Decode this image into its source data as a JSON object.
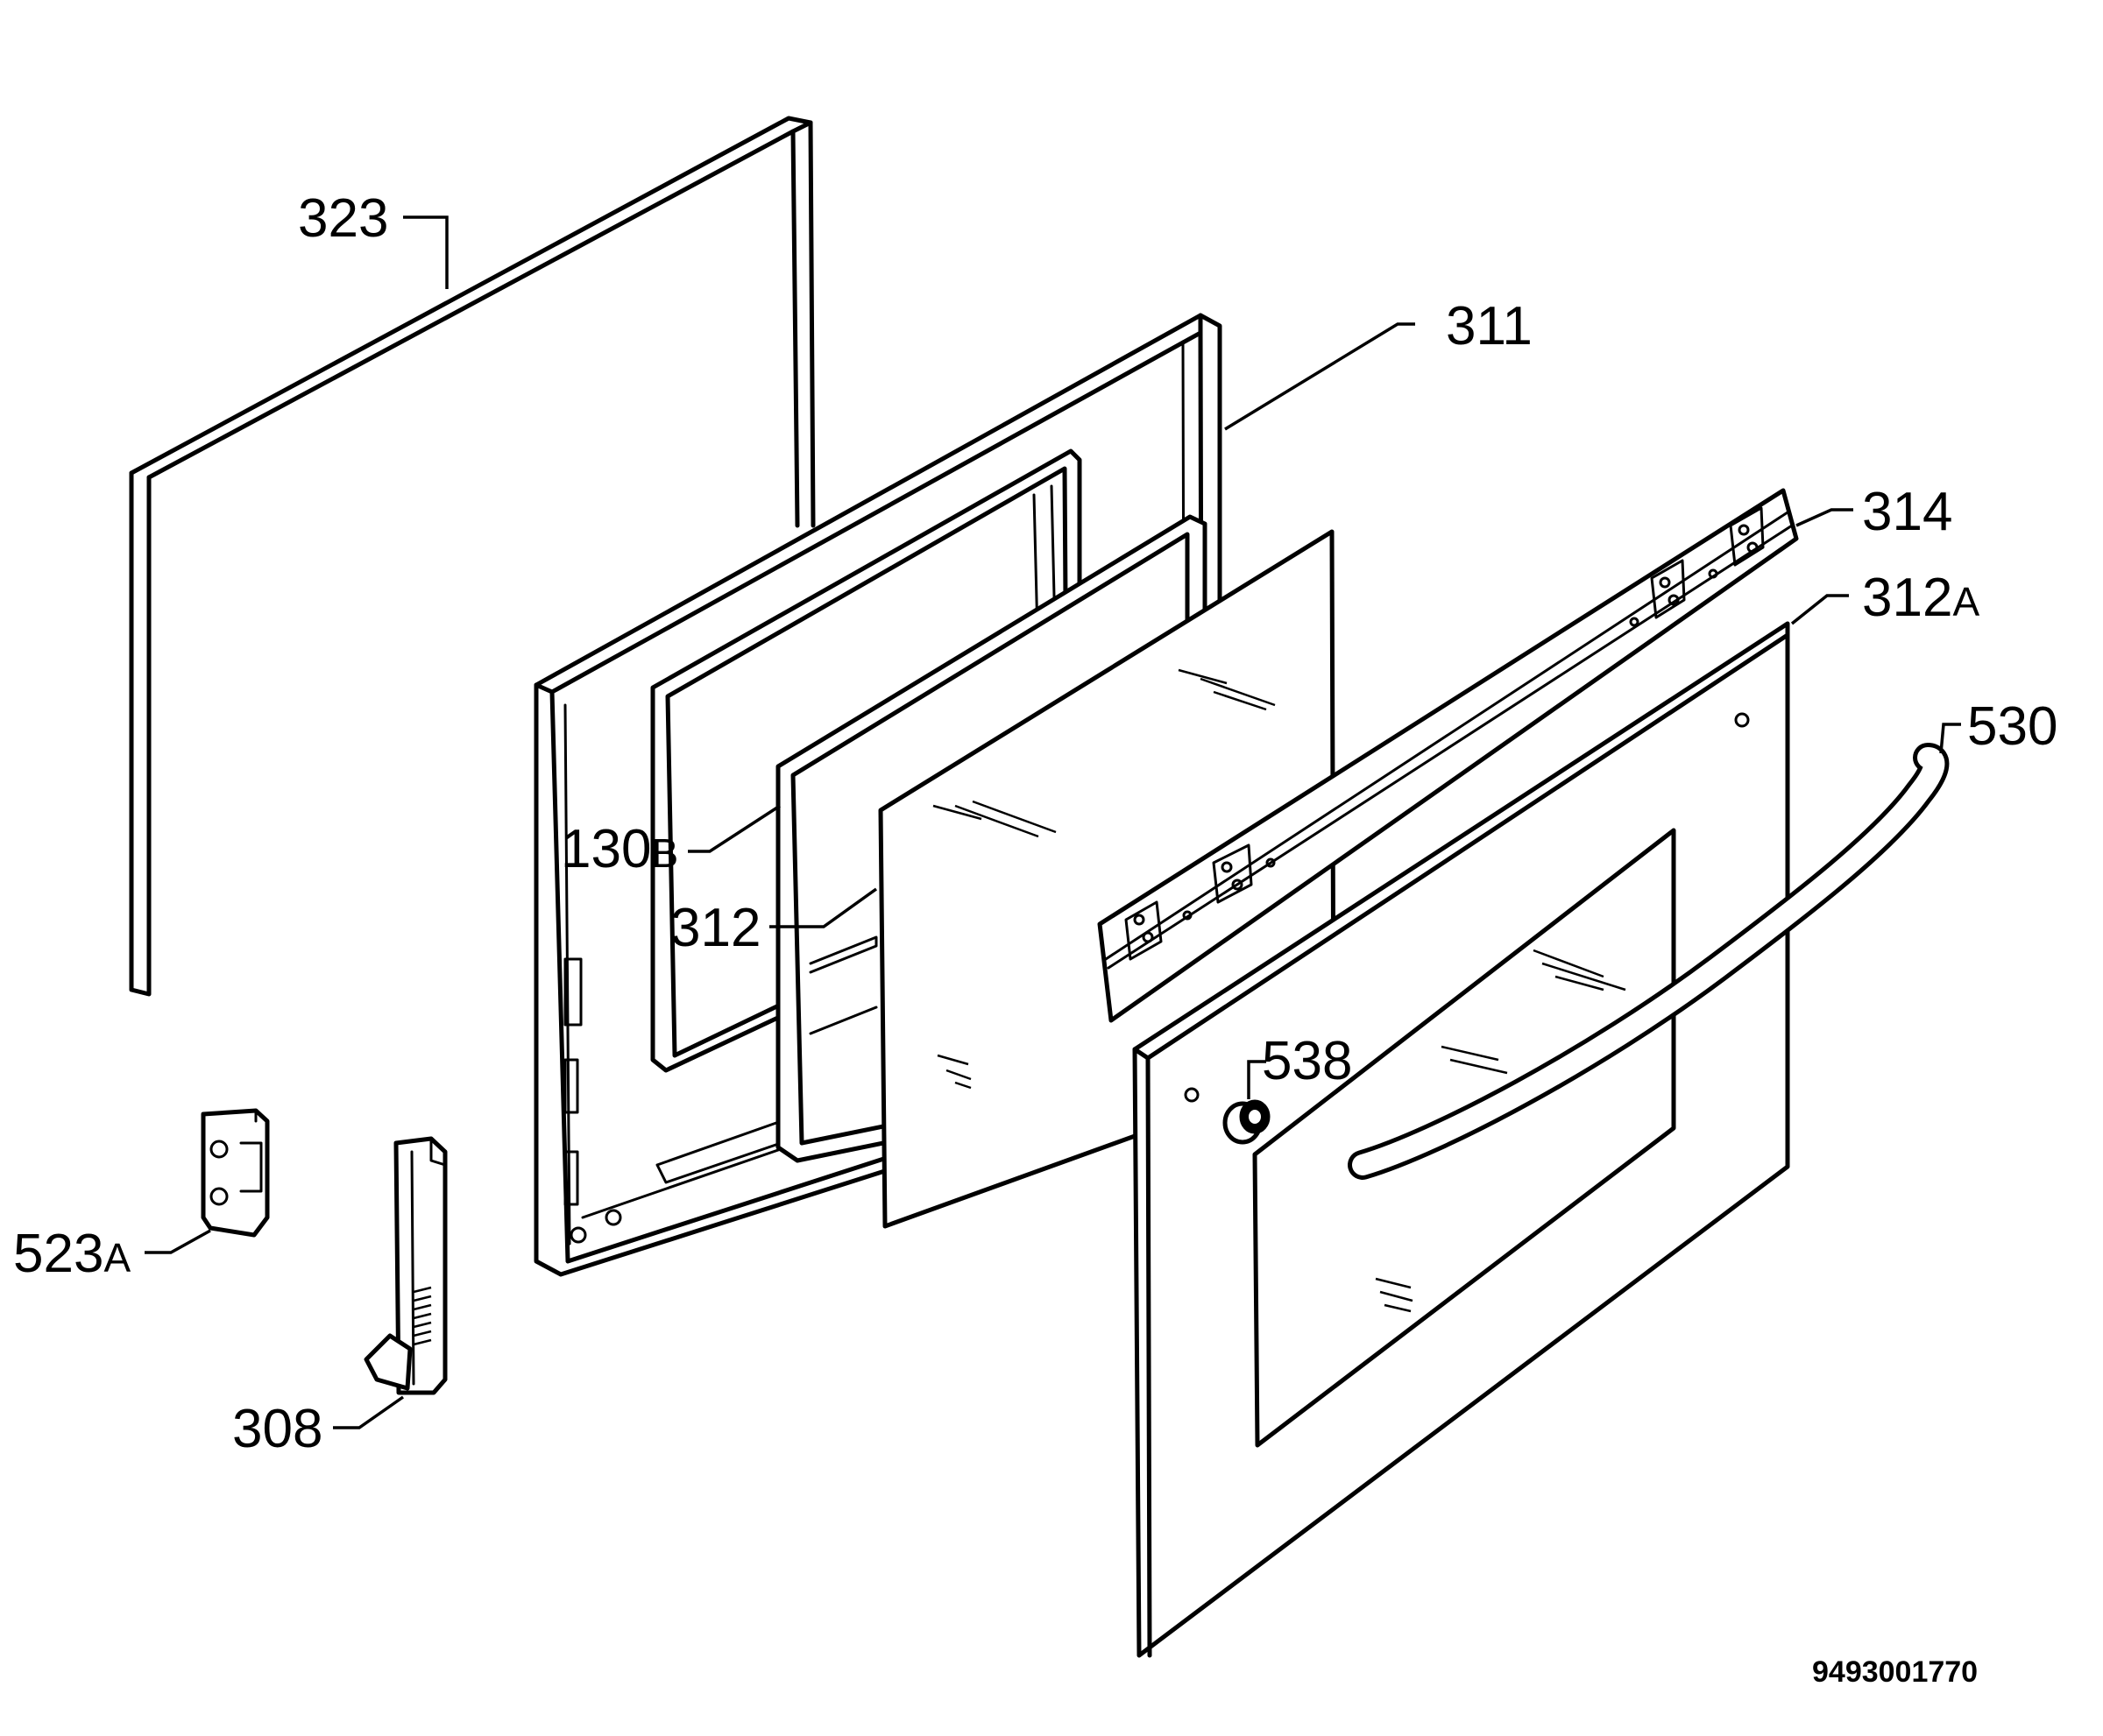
{
  "diagram": {
    "callouts": {
      "p323": "323",
      "p311": "311",
      "p314": "314",
      "p312a": "312",
      "p312a_suffix": "A",
      "p530": "530",
      "p130b": "130",
      "p130b_suffix": "B",
      "p312": "312",
      "p538": "538",
      "p523a": "523",
      "p523a_suffix": "A",
      "p308": "308"
    },
    "document_number": "9493001770"
  }
}
